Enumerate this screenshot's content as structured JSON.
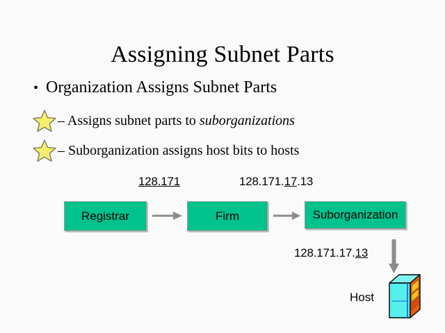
{
  "slide": {
    "title": "Assigning Subnet Parts",
    "background_color": "#fafafa",
    "bullet": {
      "marker": "•",
      "text": "Organization Assigns Subnet Parts"
    },
    "sub_bullets": [
      {
        "marker_icon": "star-icon",
        "dash": "– ",
        "text_plain": "Assigns subnet parts to ",
        "text_italic": "suborganizations"
      },
      {
        "marker_icon": "star-icon",
        "dash": "– ",
        "text_plain": "Suborganization assigns host bits to hosts",
        "text_italic": ""
      }
    ]
  },
  "diagram": {
    "labels": {
      "registrar_addr_pre": "",
      "registrar_addr_underlined": "128.171",
      "registrar_addr_post": "",
      "firm_addr_pre": "128.171.",
      "firm_addr_underlined": "17",
      "firm_addr_post": ".13",
      "host_addr_pre": "128.171.17.",
      "host_addr_underlined": "13",
      "host_addr_post": ""
    },
    "boxes": [
      {
        "id": "registrar",
        "label": "Registrar"
      },
      {
        "id": "firm",
        "label": "Firm"
      },
      {
        "id": "suborganization",
        "label": "Suborganization"
      }
    ],
    "host": {
      "label": "Host",
      "icon": "server-tower-icon"
    },
    "colors": {
      "box_fill": "#00c28c",
      "box_border": "#9a9a9a",
      "arrow": "#8c8c8c",
      "star_fill": "#f4ef6e",
      "star_stroke": "#7a7a5a",
      "host_front": "#6ff2ee",
      "host_side": "#18e0dc",
      "host_top": "#7df4f0",
      "host_panel": "#ef5a18",
      "text": "#000000"
    }
  }
}
